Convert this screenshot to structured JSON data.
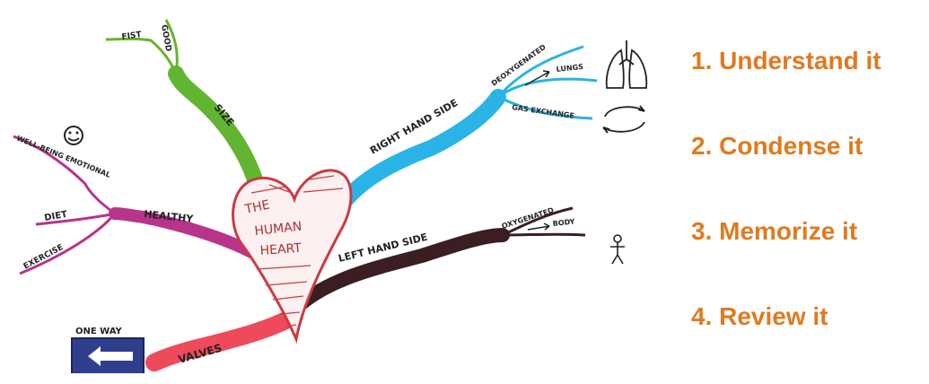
{
  "mindmap": {
    "center": {
      "line1": "THE",
      "line2": "HUMAN",
      "line3": "HEART"
    },
    "branches": {
      "size": "SIZE",
      "fist": "FIST",
      "good": "GOOD",
      "healthy": "HEALTHY",
      "well_being": "WELL-BEING EMOTIONAL",
      "diet": "DIET",
      "exercise": "EXERCISE",
      "valves": "VALVES",
      "right_hand_side": "RIGHT HAND SIDE",
      "deoxygenated": "DEOXYGENATED",
      "lungs": "LUNGS",
      "gas_exchange": "GAS EXCHANGE",
      "left_hand_side": "LEFT HAND SIDE",
      "oxygenated": "OXYGENATED",
      "body": "BODY"
    },
    "sign": "ONE WAY",
    "icons": [
      "smiley-icon",
      "lungs-icon",
      "exchange-arrows-icon",
      "stick-figure-icon",
      "one-way-sign-icon"
    ],
    "colors": {
      "size": "#62b530",
      "healthy": "#b8348a",
      "valves": "#ee4a5c",
      "right": "#2ab3e6",
      "left": "#3a1e22",
      "heart": "#c83c46",
      "steps": "#e07a1f"
    }
  },
  "steps": [
    "1. Understand it",
    "2. Condense it",
    "3. Memorize it",
    "4. Review it"
  ]
}
